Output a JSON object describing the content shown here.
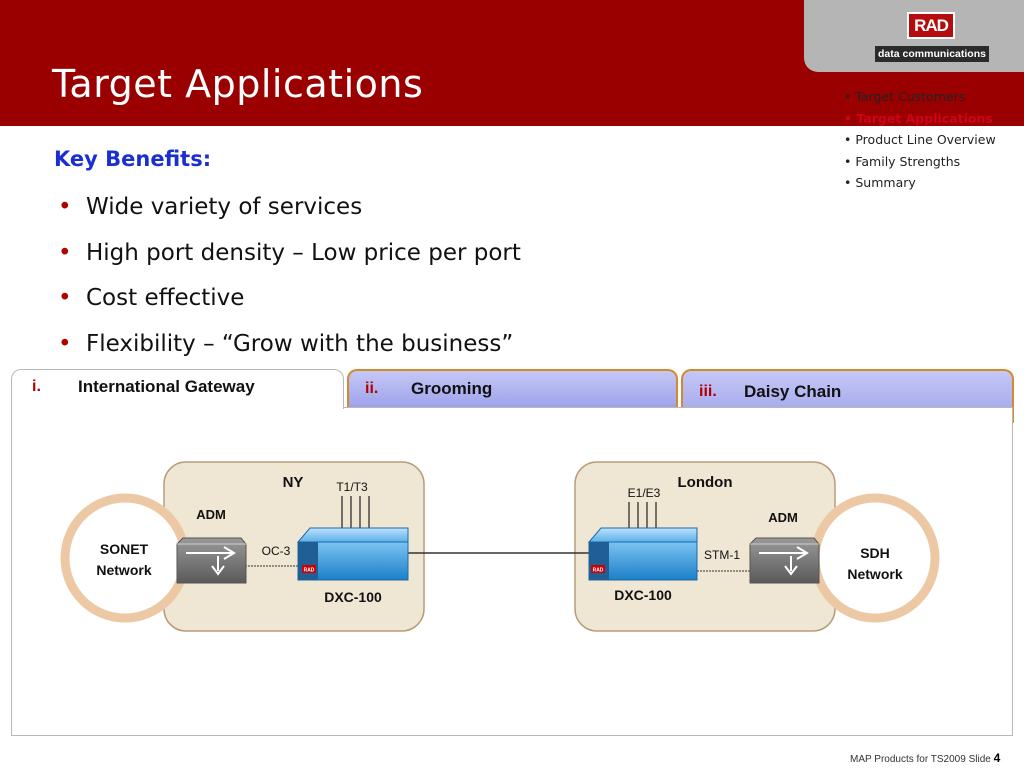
{
  "slide": {
    "title": "Target Applications",
    "footer_text": "MAP Products for TS2009  Slide ",
    "slide_number": "4"
  },
  "logo": {
    "brand": "RAD",
    "tagline": "data communications"
  },
  "nav": {
    "bullet": "•",
    "items": [
      {
        "label": "Target Customers",
        "active": false
      },
      {
        "label": "Target Applications",
        "active": true
      },
      {
        "label": "Product Line Overview",
        "active": false
      },
      {
        "label": "Family Strengths",
        "active": false
      },
      {
        "label": "Summary",
        "active": false
      }
    ]
  },
  "benefits": {
    "title": "Key Benefits:",
    "bullet": "•",
    "items": [
      "Wide variety of services",
      "High port density – Low price per port",
      "Cost effective",
      "Flexibility – “Grow with the business”"
    ]
  },
  "tabs": [
    {
      "num": "i.",
      "label": "International Gateway",
      "selected": true
    },
    {
      "num": "ii.",
      "label": "Grooming",
      "selected": false
    },
    {
      "num": "iii.",
      "label": "Daisy Chain",
      "selected": false
    }
  ],
  "diagram": {
    "left_site": {
      "name": "NY",
      "tributary": "T1/T3",
      "adm": "ADM",
      "link": "OC-3",
      "device": "DXC-100",
      "network": [
        "SONET",
        "Network"
      ]
    },
    "right_site": {
      "name": "London",
      "tributary": "E1/E3",
      "adm": "ADM",
      "link": "STM-1",
      "device": "DXC-100",
      "network": [
        "SDH",
        "Network"
      ]
    },
    "device_badge": "RAD"
  },
  "colors": {
    "header": "#9b0000",
    "accent_red": "#d0021b",
    "benefit_title": "#1b2fd0",
    "tab_fill": "#9da1ea",
    "tab_border": "#d28a2c",
    "site_fill": "#efe6d3",
    "device_blue": "#2a8fd6"
  }
}
